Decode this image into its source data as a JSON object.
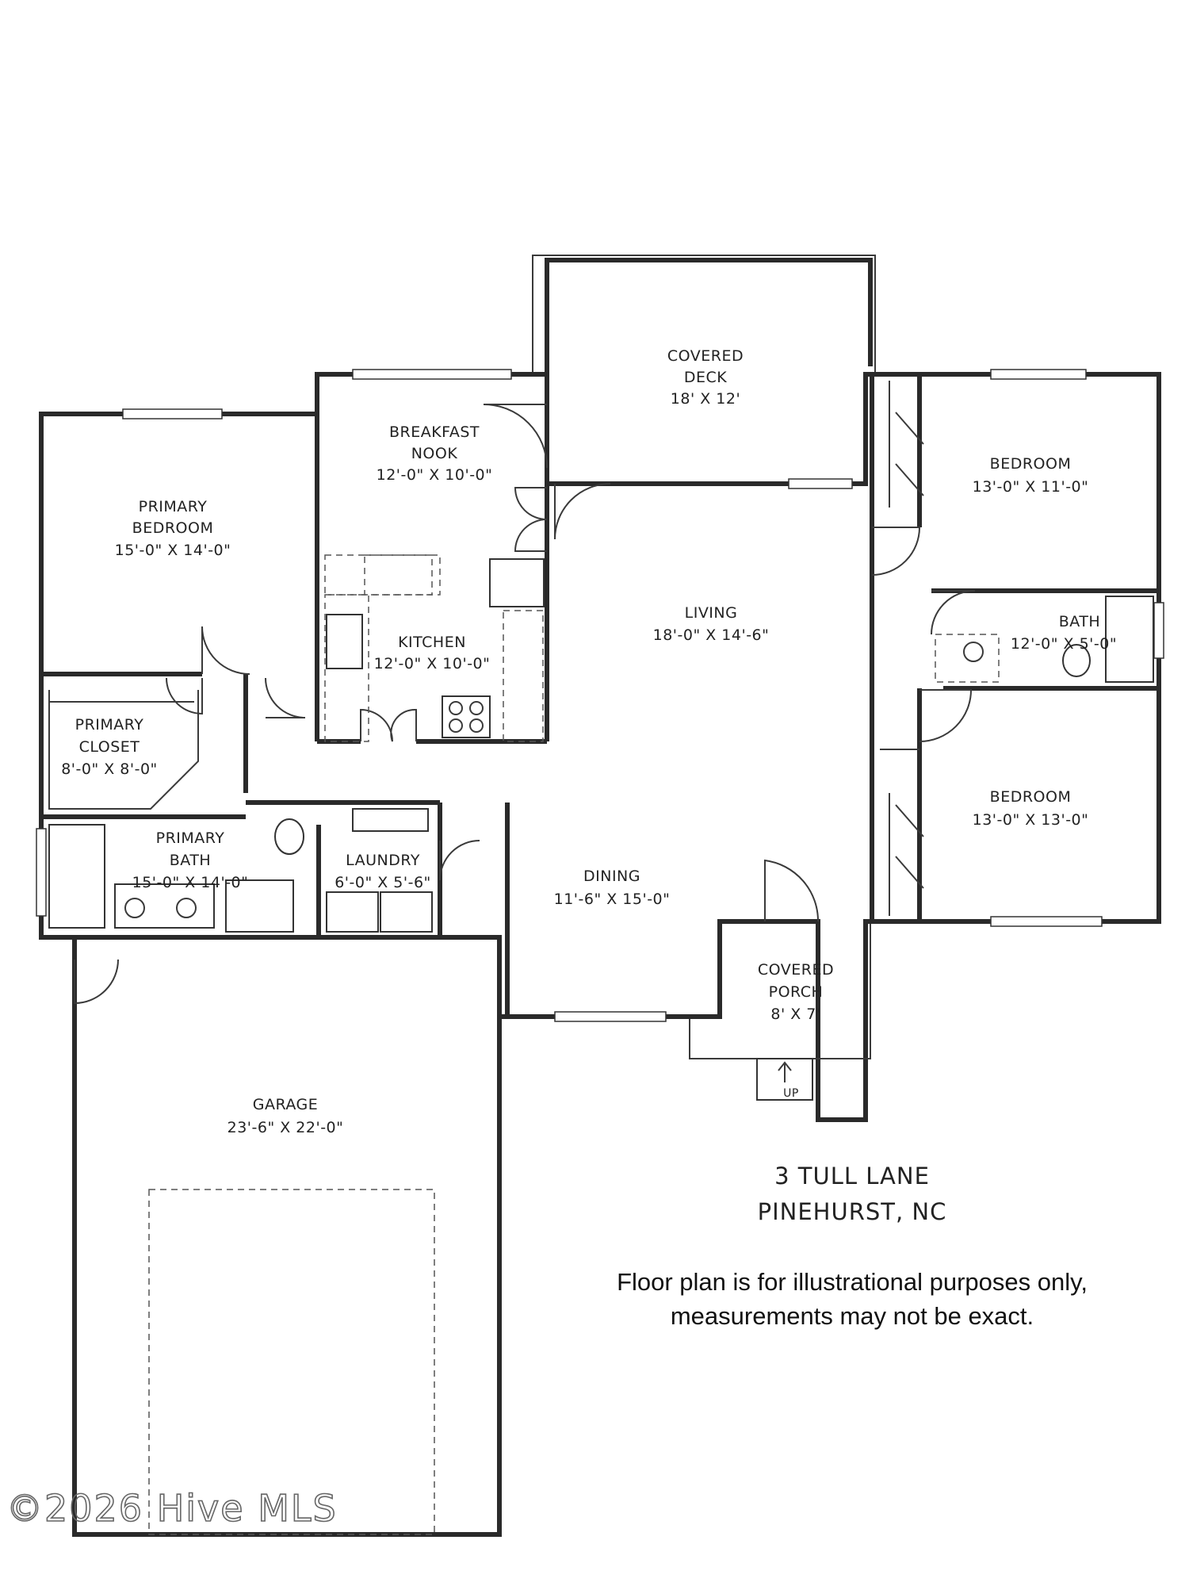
{
  "rooms": {
    "covered_deck": {
      "name_1": "COVERED",
      "name_2": "DECK",
      "size": "18' X 12'"
    },
    "breakfast_nook": {
      "name_1": "BREAKFAST",
      "name_2": "NOOK",
      "size": "12'-0\" X 10'-0\""
    },
    "primary_bedroom": {
      "name_1": "PRIMARY",
      "name_2": "BEDROOM",
      "size": "15'-0\" X 14'-0\""
    },
    "bedroom_1": {
      "name": "BEDROOM",
      "size": "13'-0\" X 11'-0\""
    },
    "living": {
      "name": "LIVING",
      "size": "18'-0\" X 14'-6\""
    },
    "kitchen": {
      "name": "KITCHEN",
      "size": "12'-0\" X 10'-0\""
    },
    "bath": {
      "name": "BATH",
      "size": "12'-0\" X 5'-0\""
    },
    "primary_closet": {
      "name_1": "PRIMARY",
      "name_2": "CLOSET",
      "size": "8'-0\" X 8'-0\""
    },
    "bedroom_2": {
      "name": "BEDROOM",
      "size": "13'-0\" X 13'-0\""
    },
    "primary_bath": {
      "name_1": "PRIMARY",
      "name_2": "BATH",
      "size": "15'-0\" X 14'-0\""
    },
    "laundry": {
      "name": "LAUNDRY",
      "size": "6'-0\" X 5'-6\""
    },
    "dining": {
      "name": "DINING",
      "size": "11'-6\" X 15'-0\""
    },
    "covered_porch": {
      "name_1": "COVERED",
      "name_2": "PORCH",
      "size": "8' X 7'"
    },
    "garage": {
      "name": "GARAGE",
      "size": "23'-6\" X 22'-0\""
    }
  },
  "stairs_label": "UP",
  "address": {
    "line_1": "3 TULL LANE",
    "line_2": "PINEHURST, NC"
  },
  "disclaimer": {
    "line_1": "Floor plan is for illustrational purposes only,",
    "line_2": "measurements may not be exact."
  },
  "watermark": "©2026 Hive MLS"
}
